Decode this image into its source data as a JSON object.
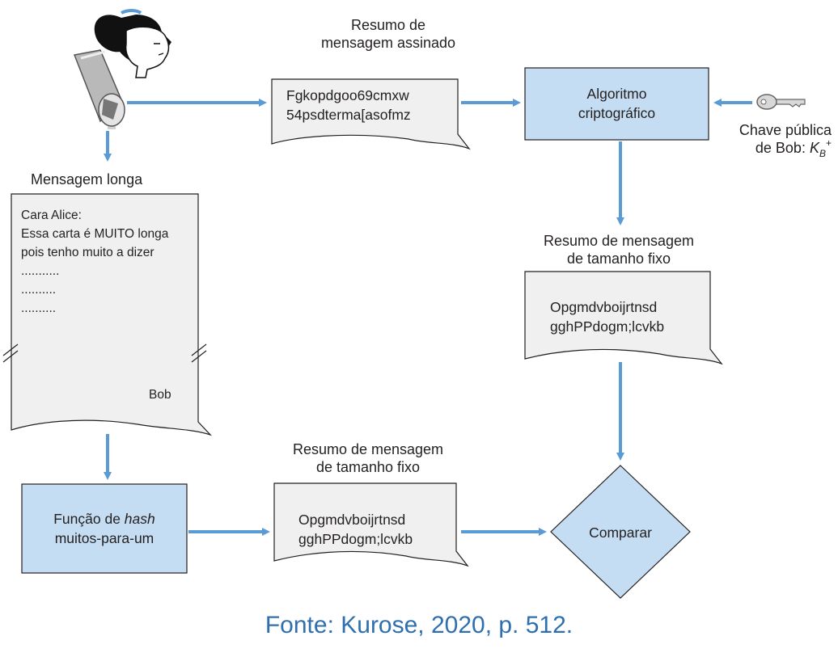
{
  "labels": {
    "signed_digest": [
      "Resumo de",
      "mensagem assinado"
    ],
    "signed_digest_text": [
      "Fgkopdgoo69cmxw",
      "54psdterma[asofmz"
    ],
    "algorithm": [
      "Algoritmo",
      "criptográfico"
    ],
    "public_key": [
      "Chave pública",
      "de Bob: "
    ],
    "key_symbol": "K",
    "key_sub": "B",
    "key_sup": "+",
    "long_message_title": "Mensagem longa",
    "letter_lines": [
      "Cara Alice:",
      "Essa carta é MUITO longa",
      "pois tenho muito a dizer",
      "...........",
      "..........",
      ".........."
    ],
    "letter_signature": "Bob",
    "fixed_digest_top_title": [
      "Resumo de mensagem",
      "de tamanho fixo"
    ],
    "fixed_digest_top_text": [
      "Opgmdvboijrtnsd",
      "gghPPdogm;lcvkb"
    ],
    "hash_function": [
      "Função de ",
      "hash",
      "muitos-para-um"
    ],
    "fixed_digest_bottom_title": [
      "Resumo de mensagem",
      "de tamanho fixo"
    ],
    "fixed_digest_bottom_text": [
      "Opgmdvboijrtnsd",
      "gghPPdogm;lcvkb"
    ],
    "compare": "Comparar"
  },
  "source": "Fonte: Kurose, 2020, p. 512.",
  "colors": {
    "box_fill": "#c5ddf2",
    "doc_fill": "#f0f0f0",
    "arrow": "#5a9bd5",
    "source_text": "#2e6fb0"
  },
  "icons": [
    "mailbox-icon",
    "person-icon",
    "key-icon"
  ]
}
